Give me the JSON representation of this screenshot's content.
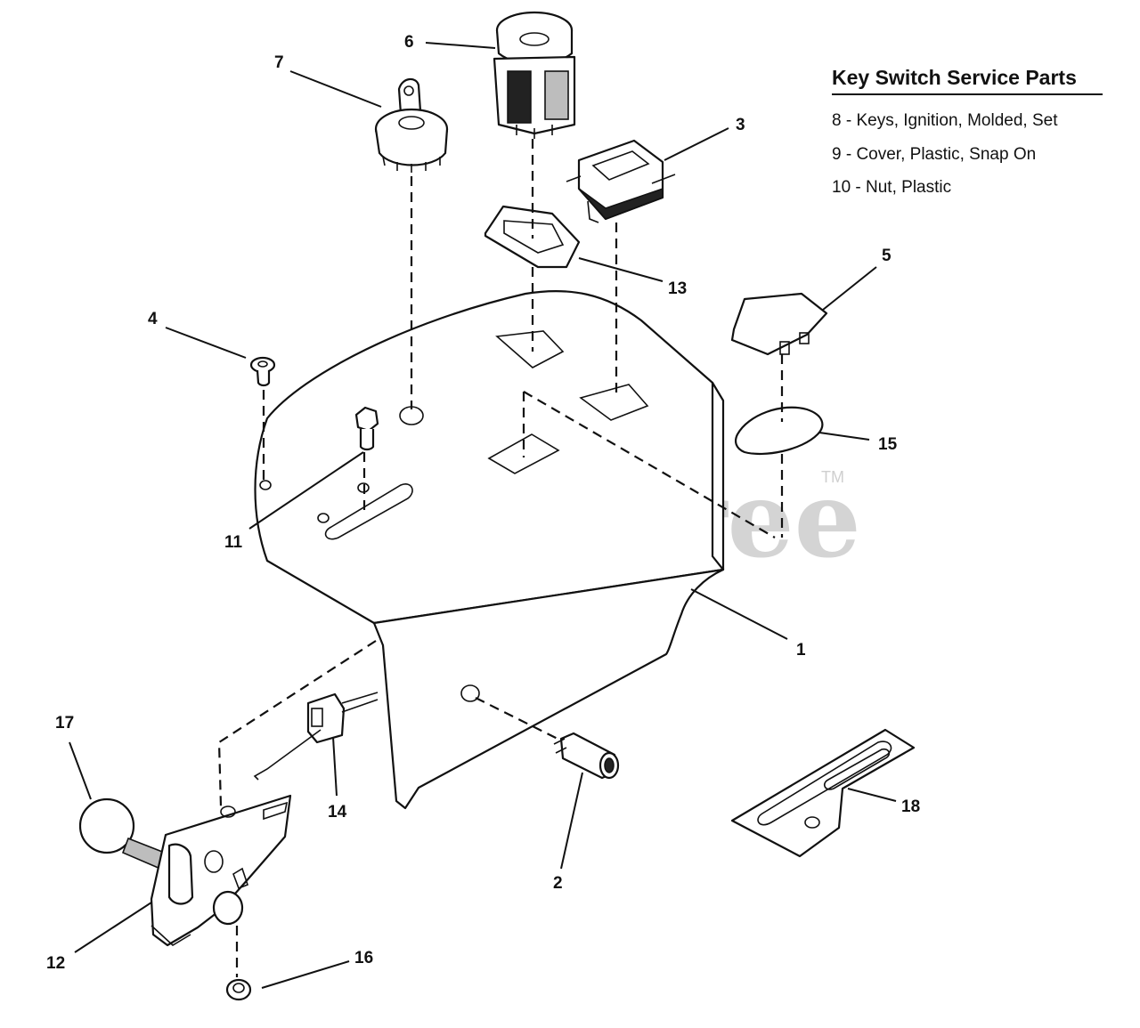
{
  "watermark": {
    "brand": "PartsTree",
    "trademark": "TM"
  },
  "service_parts": {
    "title": "Key Switch Service Parts",
    "items": [
      "8 - Keys, Ignition, Molded, Set",
      "9 - Cover, Plastic, Snap On",
      "10 - Nut, Plastic"
    ]
  },
  "callouts": {
    "c1": "1",
    "c2": "2",
    "c3": "3",
    "c4": "4",
    "c5": "5",
    "c6": "6",
    "c7": "7",
    "c11": "11",
    "c12": "12",
    "c13": "13",
    "c14": "14",
    "c15": "15",
    "c16": "16",
    "c17": "17",
    "c18": "18"
  }
}
